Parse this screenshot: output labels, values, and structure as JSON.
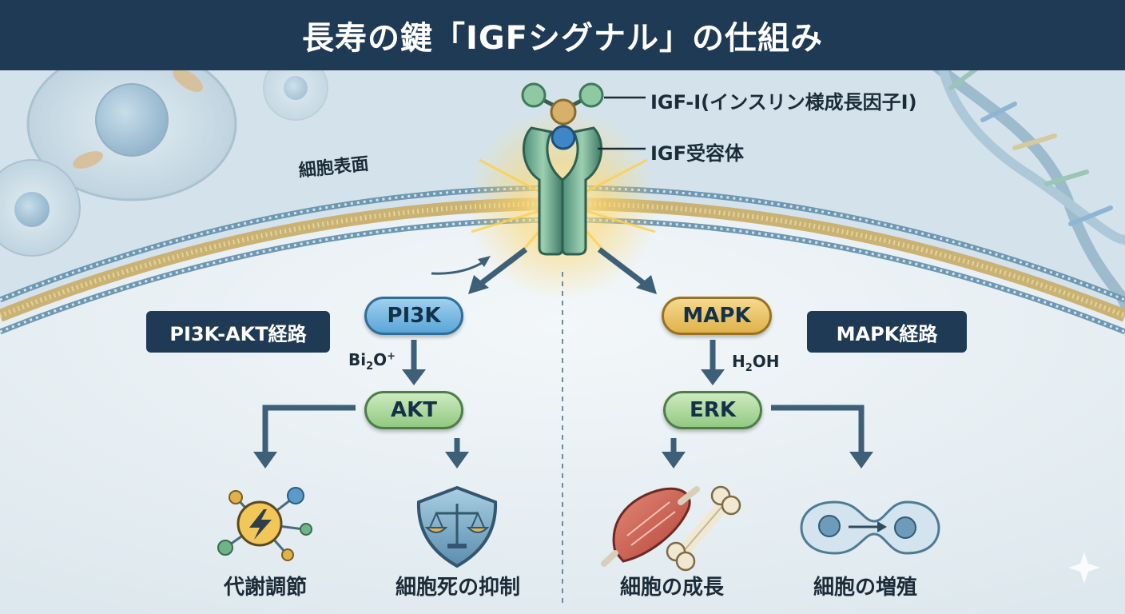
{
  "title": "長寿の鍵「IGFシグナル」の仕組み",
  "labels": {
    "ligand": "IGF-I(インスリン様成長因子I)",
    "receptor": "IGF受容体",
    "cell_surface": "細胞表面"
  },
  "pathways": {
    "left": {
      "name": "PI3K-AKT経路",
      "upstream": "PI3K",
      "downstream": "AKT",
      "molecule": {
        "base": "Bi",
        "sub": "2",
        "mid": "O",
        "sup": "+"
      }
    },
    "right": {
      "name": "MAPK経路",
      "upstream": "MAPK",
      "downstream": "ERK",
      "molecule": {
        "base": "H",
        "sub": "2",
        "mid": "OH",
        "sup": ""
      }
    }
  },
  "outcomes": [
    {
      "label": "代謝調節",
      "icon": "metabolism-icon"
    },
    {
      "label": "細胞死の抑制",
      "icon": "shield-scale-icon"
    },
    {
      "label": "細胞の成長",
      "icon": "muscle-bone-icon"
    },
    {
      "label": "細胞の増殖",
      "icon": "cell-division-icon"
    }
  ],
  "colors": {
    "header": "#1f3a54",
    "pi3k": "#5aa6d8",
    "akt_erk": "#93c982",
    "mapk": "#e0b24c",
    "arrow": "#3d5f78",
    "membrane": "#c9b274"
  }
}
